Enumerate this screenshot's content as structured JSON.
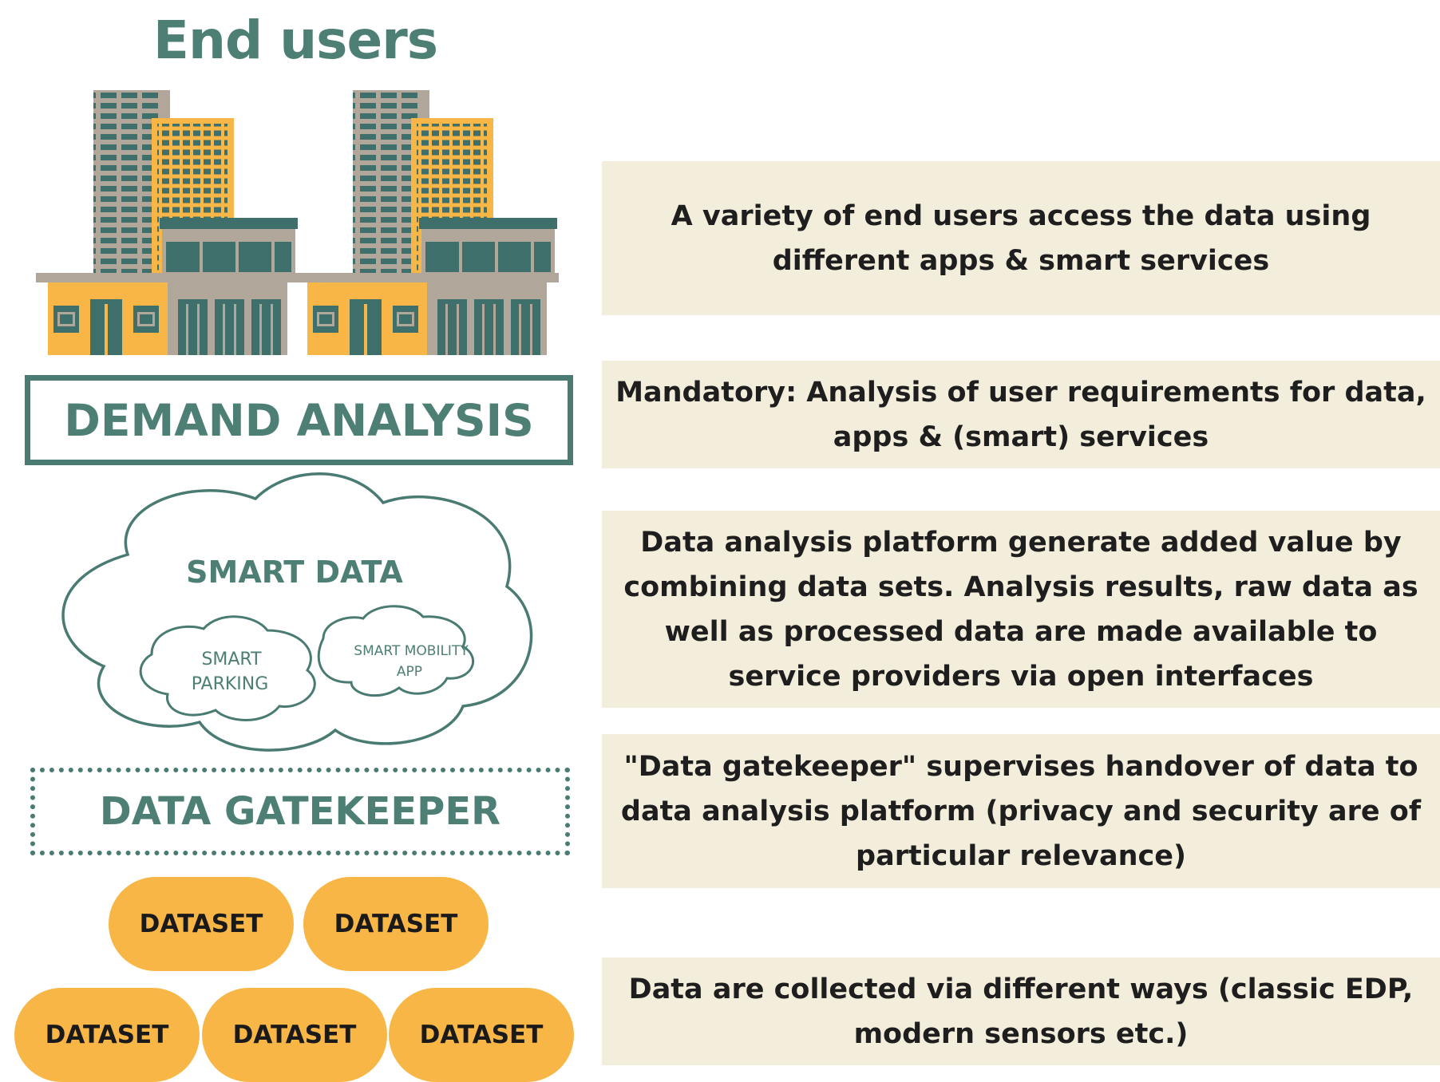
{
  "title": "End users",
  "demand_label": "DEMAND ANALYSIS",
  "cloud": {
    "main_label": "SMART DATA",
    "parking_line1": "SMART",
    "parking_line2": "PARKING",
    "mobility_line1": "SMART MOBILITY",
    "mobility_line2": "APP"
  },
  "gatekeeper_label": "DATA GATEKEEPER",
  "datasets": [
    "DATASET",
    "DATASET",
    "DATASET",
    "DATASET",
    "DATASET"
  ],
  "descriptions": [
    "A variety of end users access the data using different apps & smart services",
    "Mandatory: Analysis of user requirements for data, apps & (smart) services",
    "Data analysis platform generate added value by combining data sets. Analysis results, raw data as well as processed data are made available to service providers via open interfaces",
    "\"Data gatekeeper\" supervises handover of data to data analysis platform (privacy and security are of particular relevance)",
    "Data are collected via different ways (classic EDP, modern sensors etc.)"
  ],
  "colors": {
    "teal": "#4a7b72",
    "dark_teal": "#3f6f6a",
    "orange": "#f8b646",
    "gray": "#b0a69a",
    "panel": "#f3eddc"
  },
  "icons": [
    "buildings-illustration",
    "cloud-shape"
  ]
}
